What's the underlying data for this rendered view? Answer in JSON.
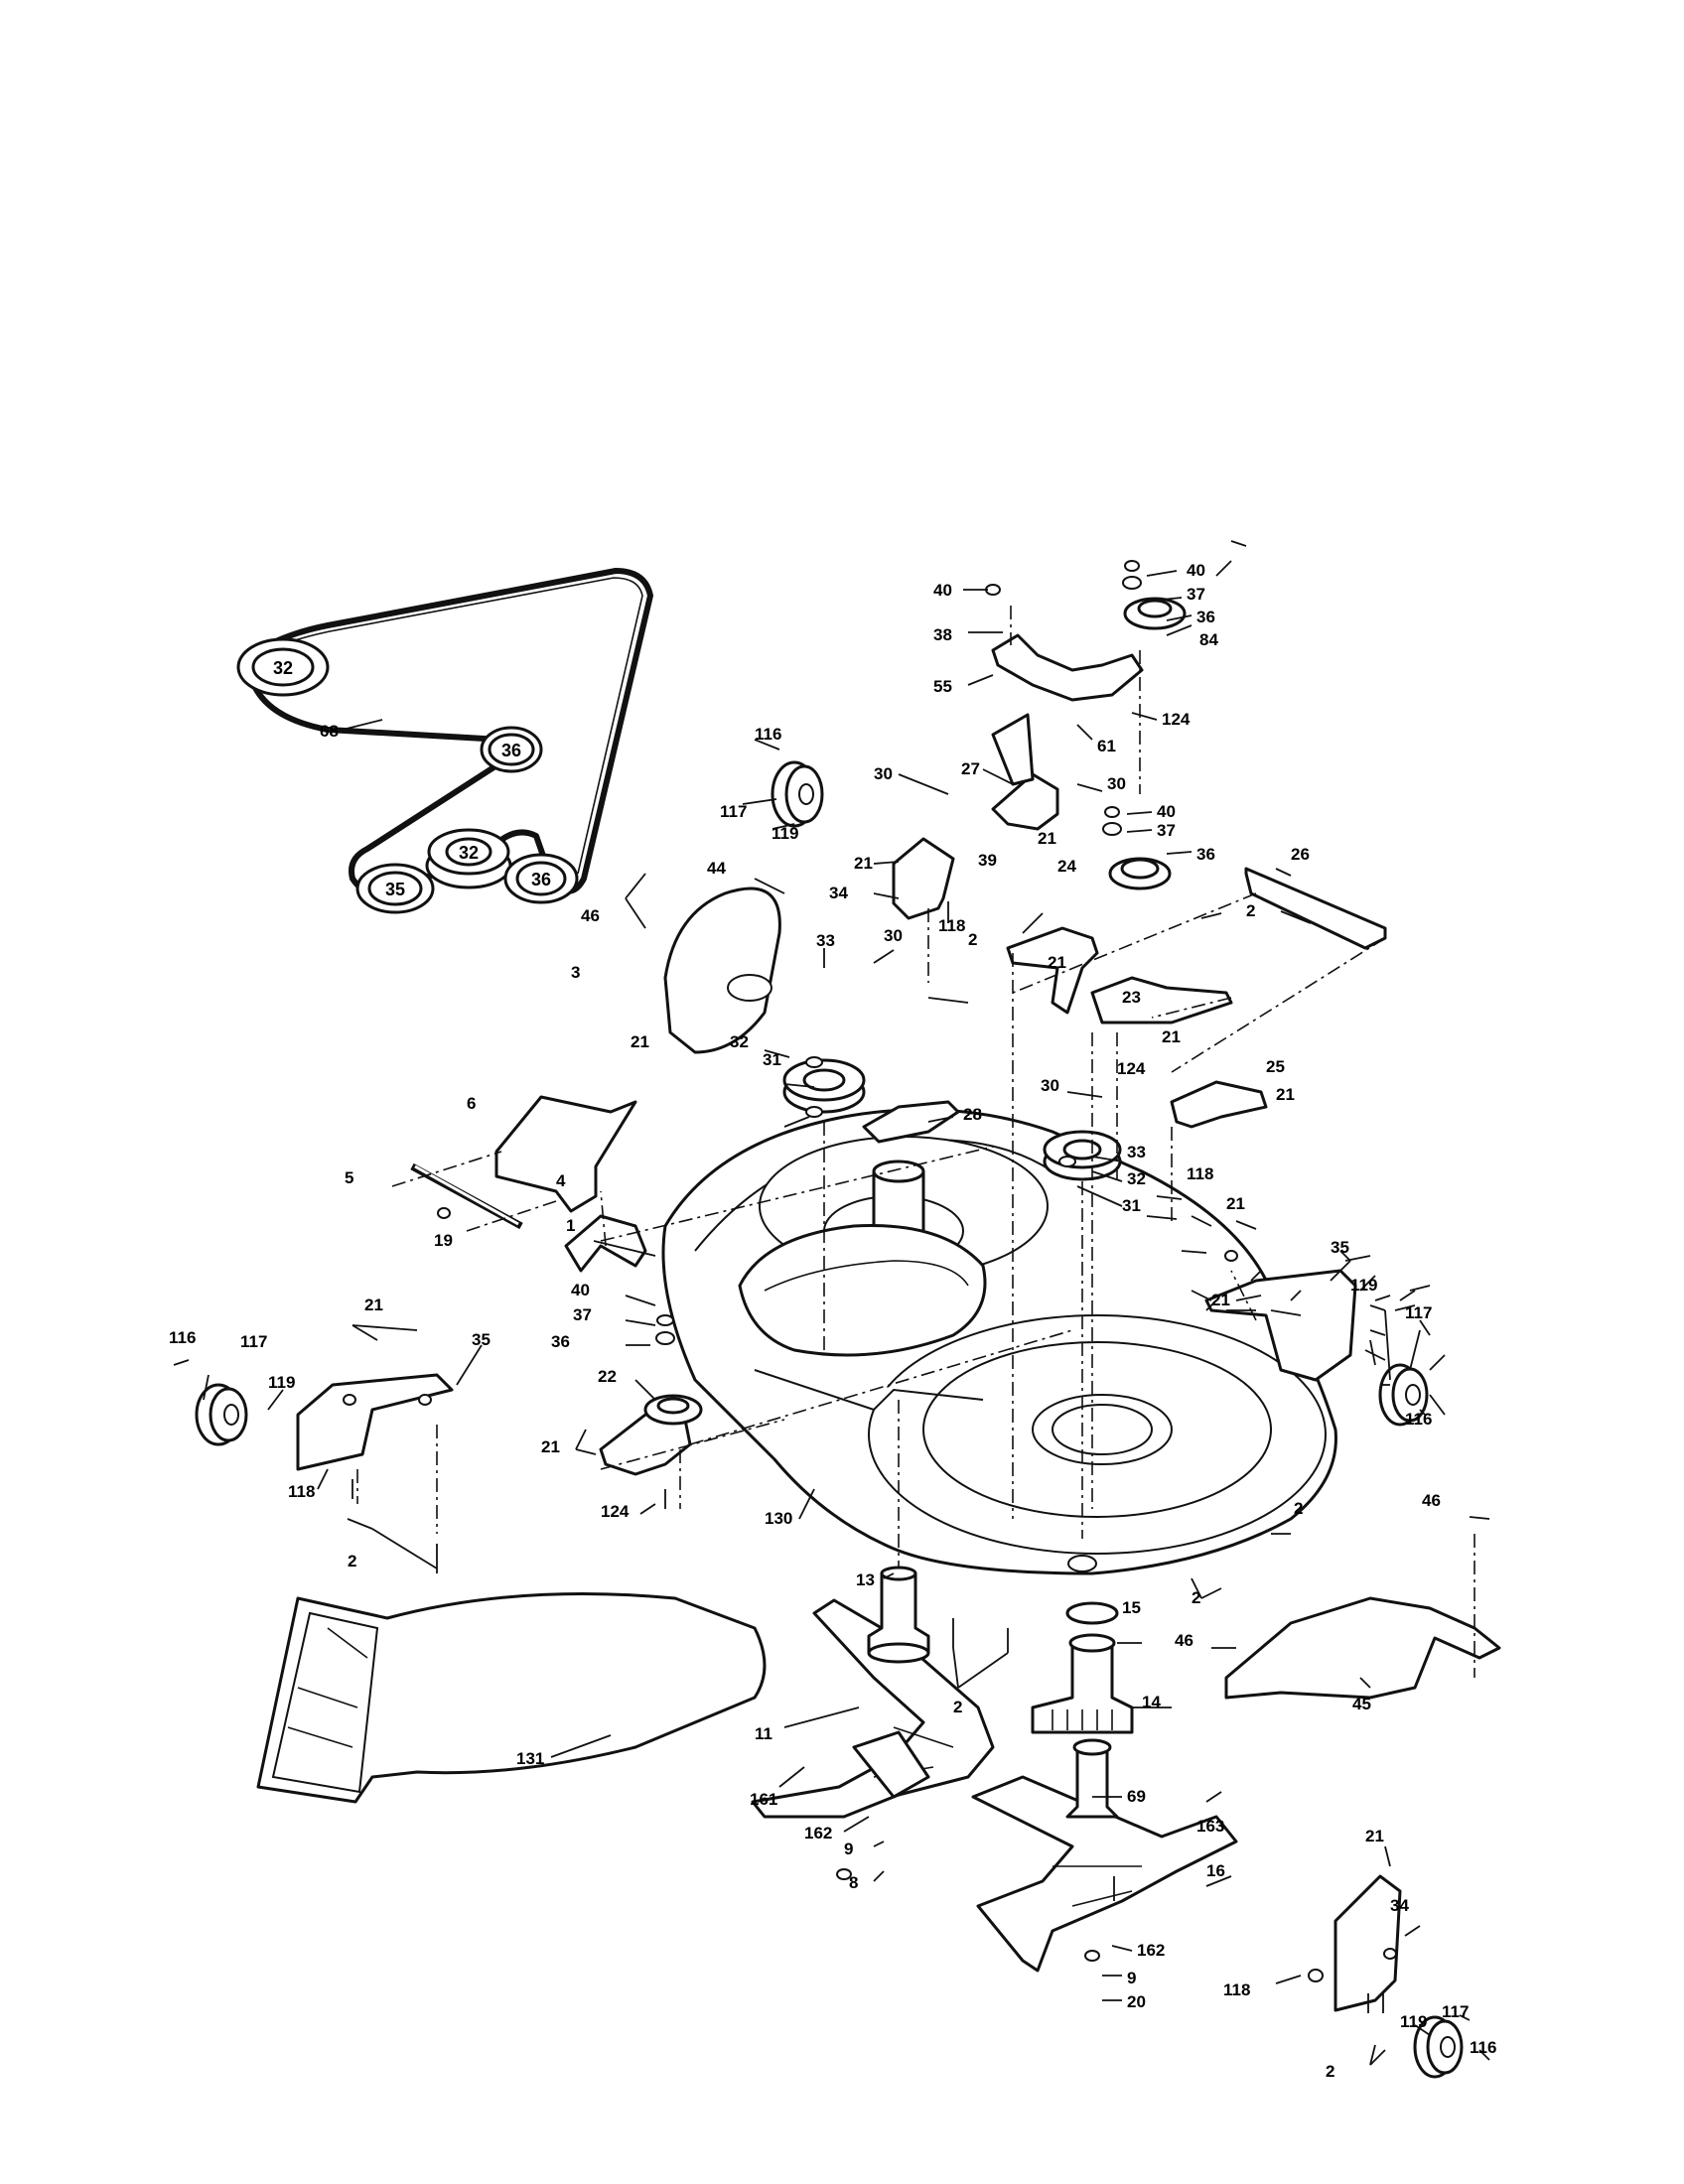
{
  "belt_diagram": {
    "belt_label": "68",
    "pulleys": [
      "32",
      "36",
      "32",
      "35",
      "36"
    ]
  },
  "callouts": {
    "p1": "1",
    "p2": "2",
    "p3": "3",
    "p4": "4",
    "p5": "5",
    "p6": "6",
    "p8": "8",
    "p9": "9",
    "p11": "11",
    "p13": "13",
    "p14": "14",
    "p15": "15",
    "p16": "16",
    "p19": "19",
    "p20": "20",
    "p21": "21",
    "p22": "22",
    "p23": "23",
    "p24": "24",
    "p25": "25",
    "p26": "26",
    "p27": "27",
    "p28": "28",
    "p30": "30",
    "p31": "31",
    "p32": "32",
    "p33": "33",
    "p34": "34",
    "p35": "35",
    "p36": "36",
    "p37": "37",
    "p38": "38",
    "p39": "39",
    "p40": "40",
    "p44": "44",
    "p45": "45",
    "p46": "46",
    "p55": "55",
    "p61": "61",
    "p68": "68",
    "p69": "69",
    "p84": "84",
    "p116": "116",
    "p117": "117",
    "p118": "118",
    "p119": "119",
    "p124": "124",
    "p130": "130",
    "p131": "131",
    "p161": "161",
    "p162": "162",
    "p163": "163"
  }
}
